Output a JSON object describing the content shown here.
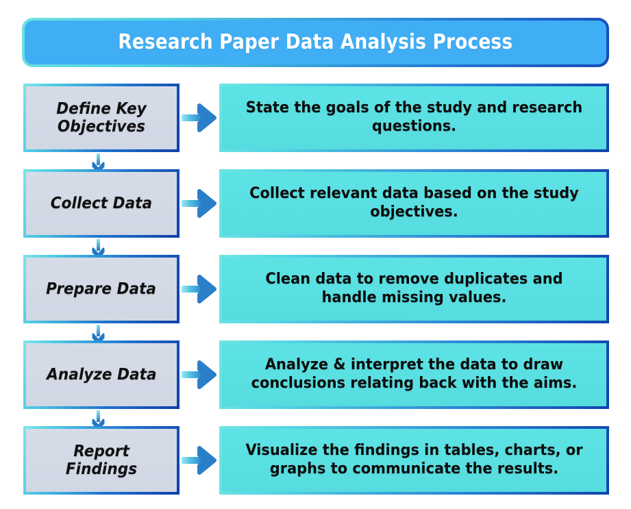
{
  "header": {
    "title": "Research Paper Data Analysis Process",
    "fill_color": "#3FAEF5",
    "text_color": "#FFFFFF"
  },
  "palette": {
    "step_fill": "#D3DAE6",
    "desc_fill": "#5CE1E6",
    "border_start": "#6FE7E4",
    "border_end": "#0F43AE",
    "arrow_start": "#7FE3EF",
    "arrow_end": "#1C71C6",
    "page_background": "#FFFFFF"
  },
  "flow": {
    "steps": [
      {
        "label": "Define Key Objectives",
        "description": "State the goals of the study and research questions.",
        "arrow_icon": "arrow-right-icon"
      },
      {
        "label": "Collect Data",
        "description": "Collect relevant data based on the study objectives.",
        "arrow_icon": "arrow-right-icon"
      },
      {
        "label": "Prepare Data",
        "description": "Clean data to remove duplicates and handle missing values.",
        "arrow_icon": "arrow-right-icon"
      },
      {
        "label": "Analyze Data",
        "description": "Analyze & interpret the data to draw conclusions relating back with the aims.",
        "arrow_icon": "arrow-right-icon"
      },
      {
        "label": "Report Findings",
        "description": "Visualize the findings in tables, charts, or graphs to communicate the results.",
        "arrow_icon": "arrow-right-icon"
      }
    ],
    "connector_icon": "arrow-down-icon"
  }
}
